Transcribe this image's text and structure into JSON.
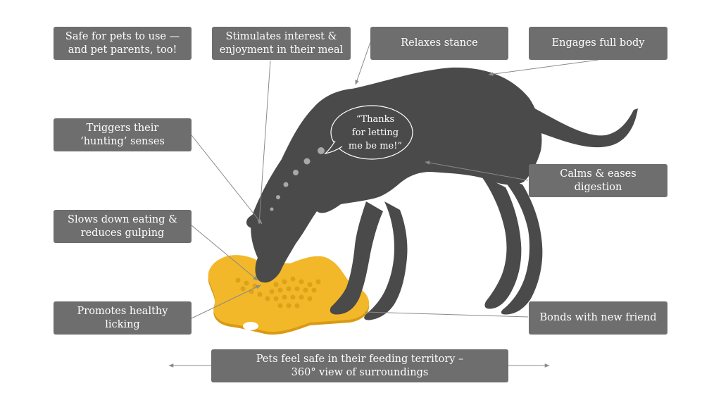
{
  "labels": {
    "safe_for_pets": "Safe for pets to use —\nand pet parents, too!",
    "stimulates_interest": "Stimulates interest &\nenjoyment in their meal",
    "relaxes_stance": "Relaxes stance",
    "engages_full_body": "Engages full body",
    "triggers_hunting": "Triggers their\n‘hunting’ senses",
    "calms_digestion": "Calms & eases\ndigestion",
    "slows_eating": "Slows down eating &\nreduces gulping",
    "promotes_licking": "Promotes healthy\nlicking",
    "bonds_friend": "Bonds with new friend",
    "feel_safe": "Pets feel safe in their feeding territory –\n360° view of surroundings"
  },
  "speech_bubble": {
    "text": "“Thanks\nfor letting\nme be me!”"
  },
  "colors": {
    "label_bg": "#6e6e6e",
    "dog": "#4a4a4b",
    "mat": "#f2b82a",
    "mat_dark": "#d99a14",
    "line": "#8a8a8a"
  },
  "icons": {
    "dog": "dog-silhouette",
    "mat": "lick-mat"
  }
}
